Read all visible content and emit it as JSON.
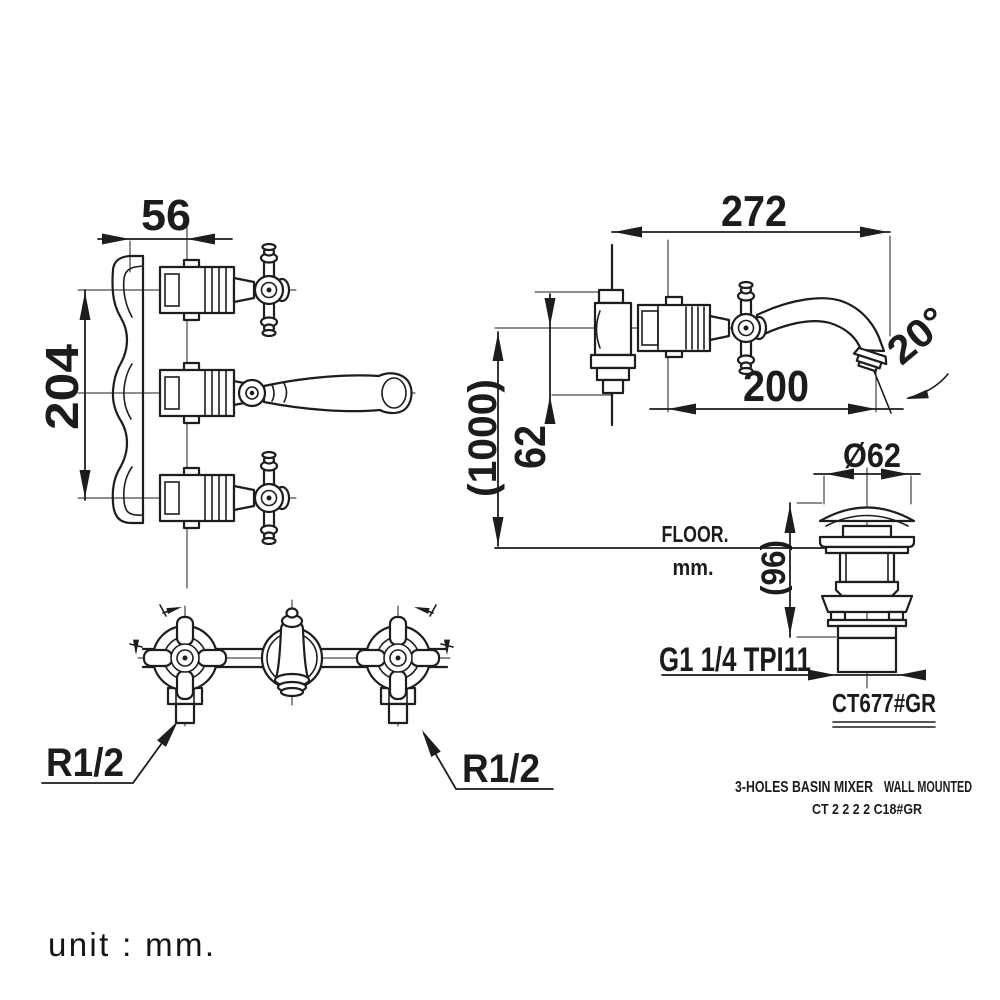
{
  "meta": {
    "background_color": "#ffffff",
    "line_color": "#1d1d1d"
  },
  "front_view": {
    "depth_dim": "56",
    "handle_spacing_dim": "204"
  },
  "side_view": {
    "overall_reach_dim": "272",
    "spout_reach_dim": "200",
    "spout_angle_dim": "20°",
    "inlet_drop_dim": "62",
    "mounting_height_dim": "(1000)",
    "floor_label": "FLOOR.",
    "floor_unit_label": "mm."
  },
  "plan_view": {
    "inlet_left_label": "R1/2",
    "inlet_right_label": "R1/2"
  },
  "drain_detail": {
    "diameter_dim": "Ø62",
    "height_dim": "(96)",
    "thread_label": "G1 1/4 TPI11",
    "model_label": "CT677#GR"
  },
  "footer": {
    "product_label": "3-HOLES BASIN MIXER",
    "mounting_label": "WALL MOUNTED",
    "model_label": "CT 2 2 2 2 C18#GR"
  },
  "note": {
    "unit_label": "unit : mm."
  }
}
